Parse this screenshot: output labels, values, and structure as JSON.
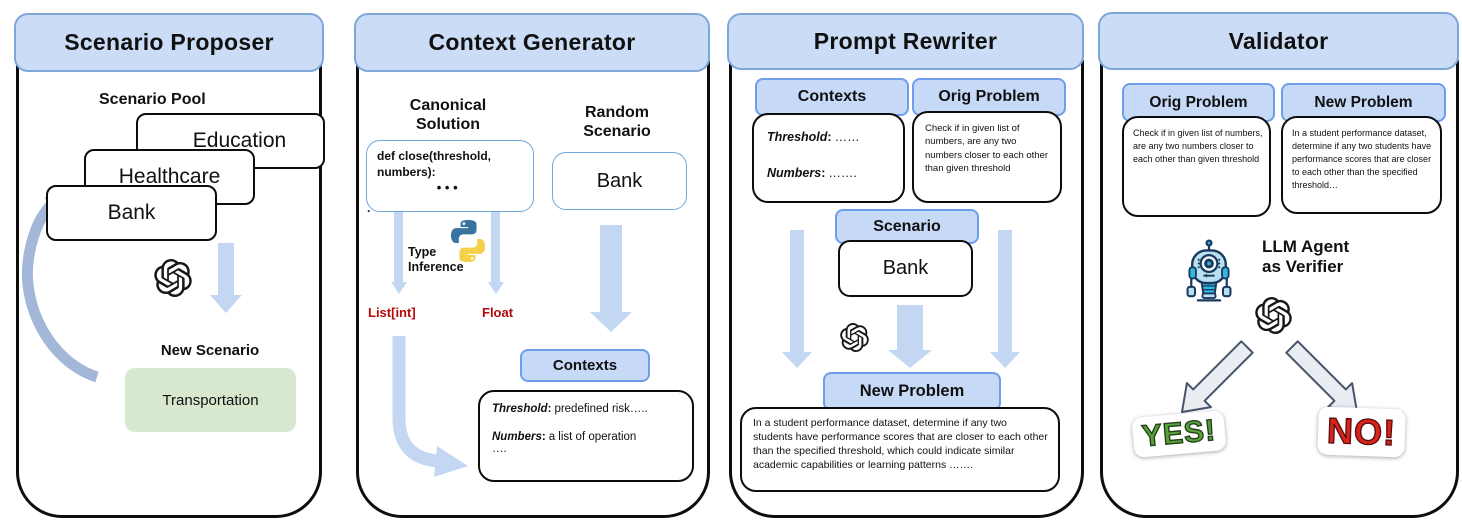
{
  "icons": {
    "llm_icon": "openai-logo",
    "type_inference_icon": "python-logo",
    "verifier_icon": "robot-icon",
    "loop_icon": "curved-loop-arrow"
  },
  "colors": {
    "header_fill": "#cbdcf7",
    "header_border": "#7da7d9",
    "label_fill": "#c6d9f7",
    "label_border": "#6d9eeb",
    "arrow_blue": "#c3d7f2",
    "loop_arrow": "#a3b8d8",
    "green_fill": "#d7e8cf",
    "code_border": "#70a7dc",
    "type_red": "#b30909",
    "yes_green": "#58a23c",
    "no_red": "#d9241d",
    "outline_arrow_fill": "#e9ecf0",
    "outline_arrow_stroke": "#44546a",
    "robot_light": "#b8e0f0",
    "robot_accent": "#2fb9dc",
    "robot_outline": "#1c3a5e",
    "python_blue": "#3a72a0",
    "python_yellow": "#f7d04b"
  },
  "panels": {
    "scenario_proposer": {
      "title": "Scenario Proposer",
      "pool_label": "Scenario Pool",
      "cards": [
        "Education",
        "Healthcare",
        "Bank"
      ],
      "new_scenario_label": "New Scenario",
      "new_scenario": "Transportation"
    },
    "context_generator": {
      "title": "Context Generator",
      "canonical_line1": "Canonical",
      "canonical_line2": "Solution",
      "code_line1": "def close(threshold,",
      "code_line2": "numbers):",
      "code_dots": "• • •",
      "stray_dot": ".",
      "type_line1": "Type",
      "type_line2": "Inference",
      "type_left": "List[int]",
      "type_right": "Float",
      "random_line1": "Random",
      "random_line2": "Scenario",
      "random_scenario": "Bank",
      "contexts_label": "Contexts",
      "entries": [
        {
          "key": "Threshold",
          "sep": ":",
          "value": "predefined risk….."
        },
        {
          "key": "Numbers",
          "sep": ":",
          "value": "a list of operation"
        }
      ],
      "more_dots": "…."
    },
    "prompt_rewriter": {
      "title": "Prompt Rewriter",
      "contexts_label": "Contexts",
      "entries": [
        {
          "key": "Threshold",
          "sep": ":",
          "value": "……"
        },
        {
          "key": "Numbers",
          "sep": ":",
          "value": "……."
        }
      ],
      "orig_label": "Orig Problem",
      "orig_text": "Check if in given list of numbers, are any two numbers closer to each other than given threshold",
      "scenario_label": "Scenario",
      "scenario_value": "Bank",
      "new_label": "New Problem",
      "new_text": "In a student performance dataset, determine if any two students have performance scores that are closer to each other than the specified threshold, which could indicate similar academic capabilities or learning patterns ……."
    },
    "validator": {
      "title": "Validator",
      "orig_label": "Orig Problem",
      "orig_text": "Check if in given list of numbers, are any two numbers closer to each other than given threshold",
      "new_label": "New Problem",
      "new_text": "In a student performance dataset, determine if any two students have performance scores that are closer to each other than the specified threshold…",
      "verifier_line1": "LLM Agent",
      "verifier_line2": "as Verifier",
      "yes_label": "YES!",
      "no_label": "NO!"
    }
  }
}
